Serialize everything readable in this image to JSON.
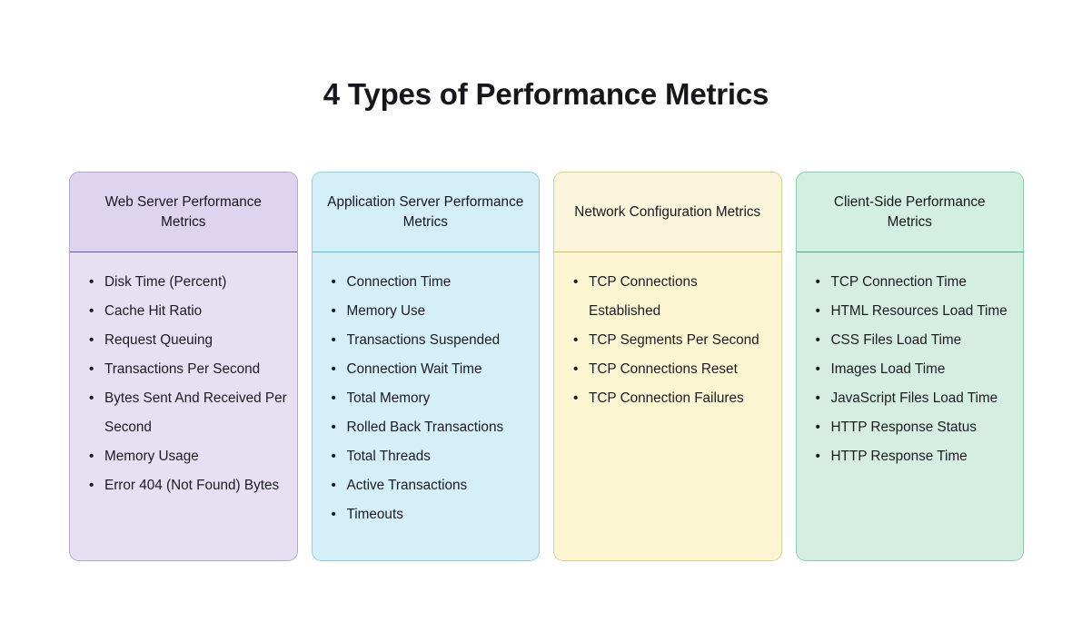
{
  "title": "4 Types of Performance Metrics",
  "bullet_glyph": "•",
  "colors": {
    "page_background": "#ffffff",
    "title_text": "#16161c",
    "body_text": "#1b1b22"
  },
  "cards": [
    {
      "id": "web-server-performance-metrics",
      "heading": "Web Server Performance Metrics",
      "theme": "purple",
      "colors": {
        "body_background": "#e7e0f2",
        "header_background": "#ded4ef",
        "border": "#b4a6cf",
        "divider": "#6a55a8"
      },
      "items": [
        "Disk Time (Percent)",
        "Cache Hit Ratio",
        "Request Queuing",
        "Transactions Per Second",
        "Bytes Sent And Received Per Second",
        "Memory Usage",
        "Error 404 (Not Found) Bytes"
      ]
    },
    {
      "id": "application-server-performance-metrics",
      "heading": "Application Server Performance Metrics",
      "theme": "blue",
      "colors": {
        "body_background": "#d5eff8",
        "header_background": "#d3eef7",
        "border": "#8ccfe2",
        "divider": "#4fbcd6"
      },
      "items": [
        "Connection Time",
        "Memory Use",
        "Transactions Suspended",
        "Connection Wait Time",
        "Total Memory",
        "Rolled Back Transactions",
        "Total Threads",
        "Active Transactions",
        "Timeouts"
      ]
    },
    {
      "id": "network-configuration-metrics",
      "heading": "Network Configuration Metrics",
      "theme": "yellow",
      "colors": {
        "body_background": "#fbf5d2",
        "header_background": "#fbf6db",
        "border": "#ddd08a",
        "divider": "#cfc263"
      },
      "items": [
        "TCP Connections Established",
        "TCP Segments Per Second",
        "TCP Connections Reset",
        "TCP Connection Failures"
      ]
    },
    {
      "id": "client-side-performance-metrics",
      "heading": "Client-Side Performance Metrics",
      "theme": "green",
      "colors": {
        "body_background": "#d5eee1",
        "header_background": "#d3efe1",
        "border": "#8ccdb0",
        "divider": "#3bae8a"
      },
      "items": [
        "TCP Connection Time",
        "HTML Resources Load Time",
        "CSS Files Load Time",
        "Images Load Time",
        "JavaScript Files Load Time",
        "HTTP Response Status",
        "HTTP Response Time"
      ]
    }
  ]
}
